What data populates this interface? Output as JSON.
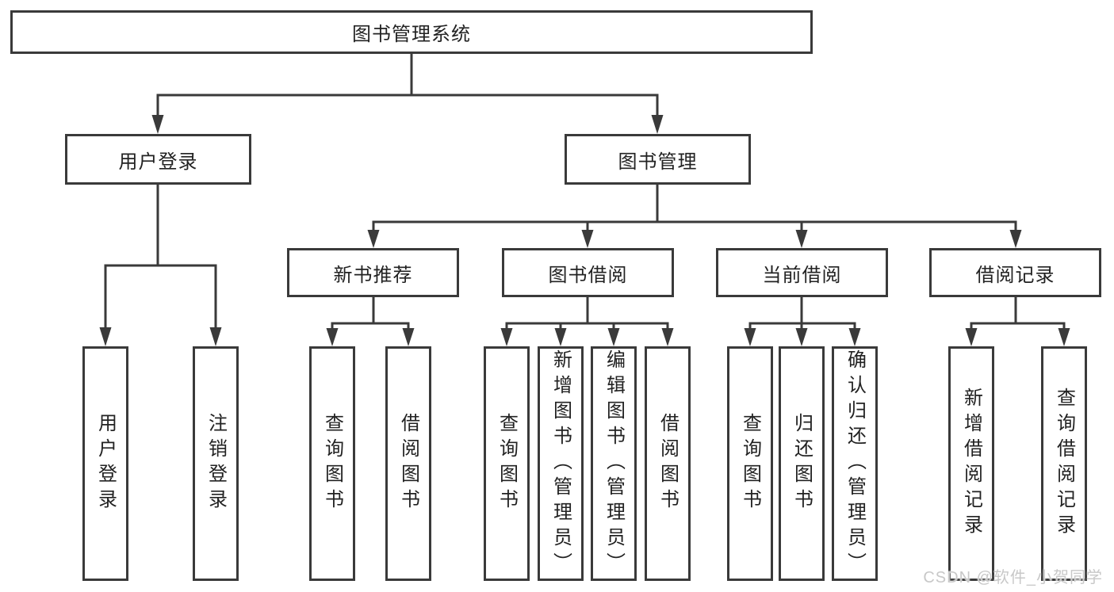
{
  "tree": {
    "root": {
      "label": "图书管理系统",
      "children": [
        {
          "label": "用户登录",
          "children": [
            {
              "label": "用户登录"
            },
            {
              "label": "注销登录"
            }
          ]
        },
        {
          "label": "图书管理",
          "children": [
            {
              "label": "新书推荐",
              "children": [
                {
                  "label": "查询图书"
                },
                {
                  "label": "借阅图书"
                }
              ]
            },
            {
              "label": "图书借阅",
              "children": [
                {
                  "label": "查询图书"
                },
                {
                  "label": "新增图书（管理员）"
                },
                {
                  "label": "编辑图书（管理员）"
                },
                {
                  "label": "借阅图书"
                }
              ]
            },
            {
              "label": "当前借阅",
              "children": [
                {
                  "label": "查询图书"
                },
                {
                  "label": "归还图书"
                },
                {
                  "label": "确认归还（管理员）"
                }
              ]
            },
            {
              "label": "借阅记录",
              "children": [
                {
                  "label": "新增借阅记录"
                },
                {
                  "label": "查询借阅记录"
                }
              ]
            }
          ]
        }
      ]
    }
  },
  "watermark": {
    "text": "CSDN @软件_小贺同学"
  },
  "colors": {
    "line": "#3a3a3a",
    "text": "#222222",
    "box_fill": "#ffffff",
    "background": "#ffffff",
    "watermark": "#c8c8c8"
  }
}
